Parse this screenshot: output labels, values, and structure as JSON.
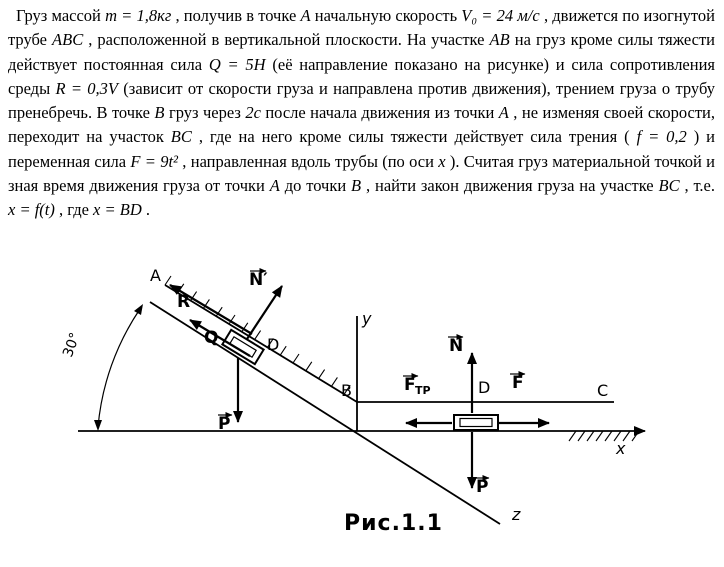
{
  "problem": {
    "segments": [
      {
        "t": "Груз массой "
      },
      {
        "t": "m = 1,8кг",
        "m": true
      },
      {
        "t": " , получив в точке "
      },
      {
        "t": "A",
        "m": true
      },
      {
        "t": " начальную скорость "
      },
      {
        "t": "V₀ = 24 м/с",
        "m": true
      },
      {
        "t": " , движется по изогнутой трубе "
      },
      {
        "t": "ABC",
        "m": true
      },
      {
        "t": " , расположенной в вертикальной плоскости. На участке "
      },
      {
        "t": "AB",
        "m": true
      },
      {
        "t": " на груз кроме силы тяжести действует постоянная сила "
      },
      {
        "t": "Q = 5Н",
        "m": true
      },
      {
        "t": " (её направление показано на рисунке) и сила сопротивления среды "
      },
      {
        "t": "R = 0,3V",
        "m": true
      },
      {
        "t": " (зависит от скорости груза и направлена против движения), трением груза о трубу пренебречь. В точке "
      },
      {
        "t": "B",
        "m": true
      },
      {
        "t": " груз через "
      },
      {
        "t": "2с",
        "m": true
      },
      {
        "t": " после начала движения из точки "
      },
      {
        "t": "A",
        "m": true
      },
      {
        "t": " , не изменяя своей скорости, переходит на участок "
      },
      {
        "t": "BC",
        "m": true
      },
      {
        "t": " , где на него кроме силы тяжести действует сила трения ( "
      },
      {
        "t": "f = 0,2",
        "m": true
      },
      {
        "t": " ) и переменная сила "
      },
      {
        "t": "F = 9t²",
        "m": true
      },
      {
        "t": " , направленная вдоль трубы (по оси "
      },
      {
        "t": "x",
        "m": true
      },
      {
        "t": " ). Считая груз материальной точкой и зная время движения груза от точки "
      },
      {
        "t": "A",
        "m": true
      },
      {
        "t": " до точки "
      },
      {
        "t": "B",
        "m": true
      },
      {
        "t": " , найти закон движения груза на участке "
      },
      {
        "t": "BC",
        "m": true
      },
      {
        "t": " , т.е. "
      },
      {
        "t": "x = f(t)",
        "m": true
      },
      {
        "t": " , где "
      },
      {
        "t": "x = BD",
        "m": true
      },
      {
        "t": " ."
      }
    ]
  },
  "figure": {
    "caption": "Рис.1.1",
    "angle_label": "30°",
    "points": {
      "a": "A",
      "b": "B",
      "c": "C",
      "d1": "D",
      "d2": "D"
    },
    "axes": {
      "x": "x",
      "y": "y",
      "z": "z"
    },
    "forces": {
      "r": "R",
      "q": "Q",
      "n_prime": "N′",
      "p1": "P",
      "n": "N",
      "f_tr_main": "F",
      "f_tr_sub": "ТР",
      "f": "F",
      "p2": "P"
    }
  },
  "colors": {
    "ink": "#000000",
    "paper": "#ffffff"
  }
}
